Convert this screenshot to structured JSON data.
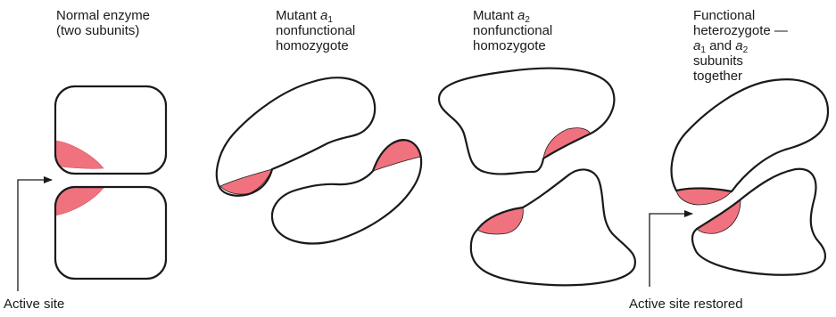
{
  "colors": {
    "outline": "#1a1a1a",
    "active_site": "#f0727e",
    "background": "#ffffff"
  },
  "panels": [
    {
      "name": "normal",
      "title_line1": "Normal enzyme",
      "title_line2": "(two subunits)"
    },
    {
      "name": "mutant-a1",
      "title_prefix": "Mutant ",
      "allele_letter": "a",
      "allele_sub": "1",
      "line2": "nonfunctional",
      "line3": "homozygote"
    },
    {
      "name": "mutant-a2",
      "title_prefix": "Mutant ",
      "allele_letter": "a",
      "allele_sub": "2",
      "line2": "nonfunctional",
      "line3": "homozygote"
    },
    {
      "name": "heterozygote",
      "line1": "Functional",
      "line2": "heterozygote —",
      "a1_letter": "a",
      "a1_sub": "1",
      "and_text": " and ",
      "a2_letter": "a",
      "a2_sub": "2",
      "line4": "subunits",
      "line5": "together"
    }
  ],
  "callouts": {
    "active_site": "Active site",
    "active_site_restored": "Active site restored"
  }
}
